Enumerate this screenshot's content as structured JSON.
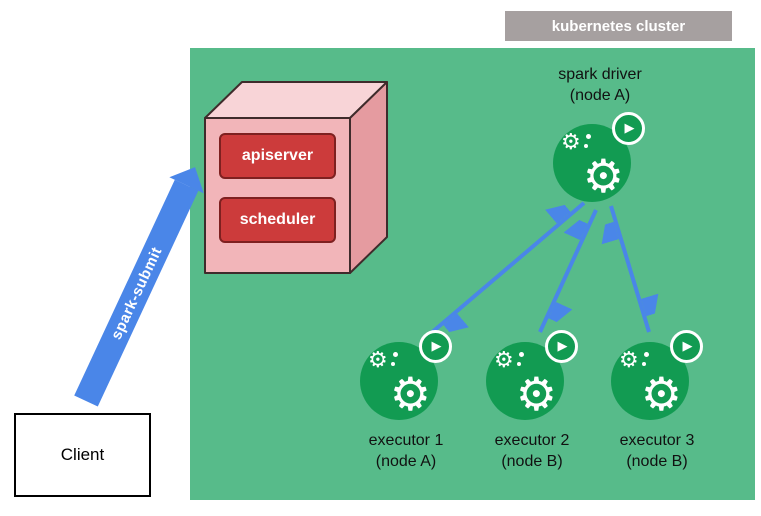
{
  "cluster": {
    "label": "kubernetes cluster"
  },
  "control_plane": {
    "apiserver_label": "apiserver",
    "scheduler_label": "scheduler"
  },
  "spark_driver": {
    "title": "spark driver",
    "node": "(node A)"
  },
  "executors": [
    {
      "title": "executor 1",
      "node": "(node A)"
    },
    {
      "title": "executor 2",
      "node": "(node B)"
    },
    {
      "title": "executor 3",
      "node": "(node B)"
    }
  ],
  "client": {
    "label": "Client"
  },
  "spark_submit": {
    "label": "spark-submit"
  },
  "icons": {
    "gear": "⚙",
    "play": "▶"
  },
  "colors": {
    "cluster_bg": "#57bb8a",
    "label_gray": "#a6a0a0",
    "box_red": "#cc3b3b",
    "box_red_border": "#7e2020",
    "cube_front": "#f2b5b9",
    "cube_top": "#f8d4d7",
    "cube_side": "#e59ba0",
    "cube_border": "#3f2b2b",
    "icon_green": "#129b52",
    "arrow_blue": "#4a86e8",
    "text_dark": "#111111"
  }
}
